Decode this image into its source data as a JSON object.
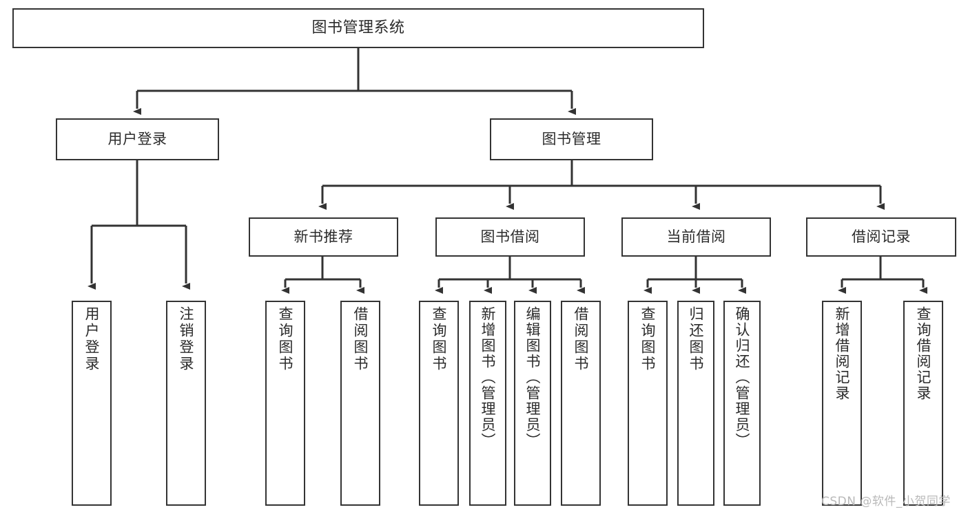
{
  "diagram": {
    "title": "图书管理系统",
    "watermark": "CSDN @软件_小贺同学",
    "colors": {
      "stroke": "#333333",
      "box_fill": "#ffffff",
      "text": "#2b2b2b",
      "watermark": "#b9b9b9",
      "background": "#ffffff"
    },
    "nodes": {
      "root": "图书管理系统",
      "tier2": [
        "用户登录",
        "图书管理"
      ],
      "tier3": [
        "新书推荐",
        "图书借阅",
        "当前借阅",
        "借阅记录"
      ],
      "leaves": {
        "user_login": [
          "用户登录",
          "注销登录"
        ],
        "new_book_recommend": [
          "查询图书",
          "借阅图书"
        ],
        "book_borrow": [
          "查询图书",
          "新增图书（管理员）",
          "编辑图书（管理员）",
          "借阅图书"
        ],
        "current_borrow": [
          "查询图书",
          "归还图书",
          "确认归还（管理员）"
        ],
        "borrow_record": [
          "新增借阅记录",
          "查询借阅记录"
        ]
      }
    }
  }
}
